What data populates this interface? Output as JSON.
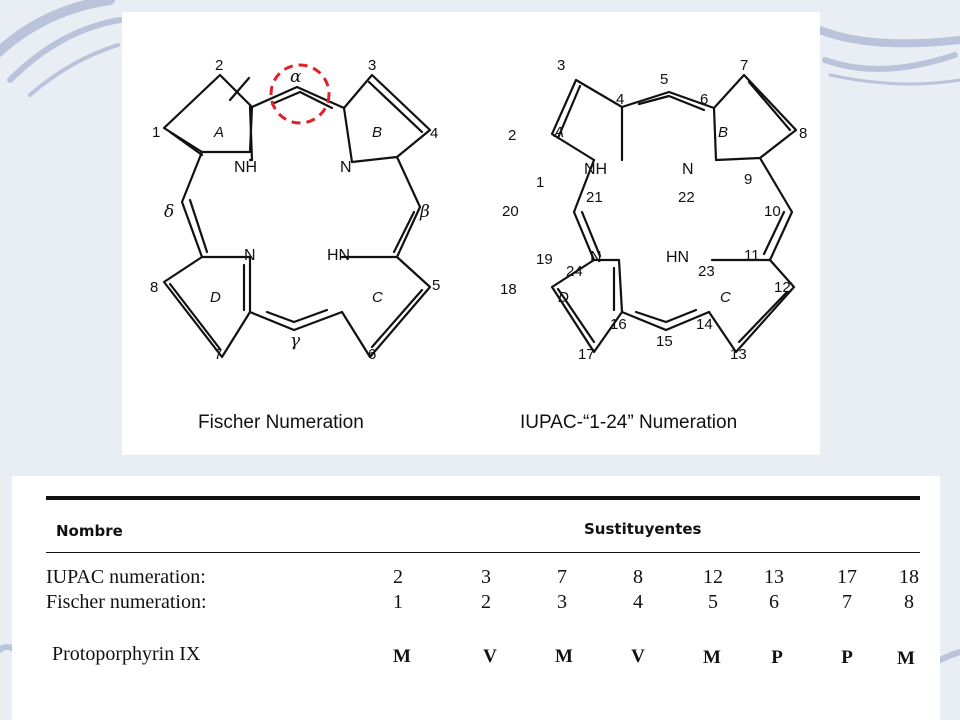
{
  "fischer": {
    "caption": "Fischer Numeration",
    "positions": [
      "1",
      "2",
      "3",
      "4",
      "5",
      "6",
      "7",
      "8"
    ],
    "greek": [
      "α",
      "β",
      "γ",
      "δ"
    ],
    "rings": [
      "A",
      "B",
      "C",
      "D"
    ],
    "nitrogens": [
      "NH",
      "N",
      "HN",
      "N"
    ]
  },
  "iupac": {
    "caption": "IUPAC-“1-24” Numeration",
    "positions": [
      "1",
      "2",
      "3",
      "4",
      "5",
      "6",
      "7",
      "8",
      "9",
      "10",
      "11",
      "12",
      "13",
      "14",
      "15",
      "16",
      "17",
      "18",
      "19",
      "20",
      "21",
      "22",
      "23",
      "24"
    ],
    "rings": [
      "A",
      "B",
      "C",
      "D"
    ],
    "nitrogens": [
      "NH",
      "N",
      "HN",
      "N"
    ]
  },
  "table": {
    "name_header": "Nombre",
    "substituents_header": "Sustituyentes",
    "rows": [
      {
        "label": "IUPAC numeration:",
        "values": [
          "2",
          "3",
          "7",
          "8",
          "12",
          "13",
          "17",
          "18"
        ]
      },
      {
        "label": "Fischer numeration:",
        "values": [
          "1",
          "2",
          "3",
          "4",
          "5",
          "6",
          "7",
          "8"
        ]
      },
      {
        "label": "Protoporphyrin IX",
        "values": [
          "M",
          "V",
          "M",
          "V",
          "M",
          "P",
          "P",
          "M"
        ]
      }
    ]
  },
  "colors": {
    "highlight": "#e0202a",
    "background": "#e8ecf3",
    "bond": "#111111"
  }
}
